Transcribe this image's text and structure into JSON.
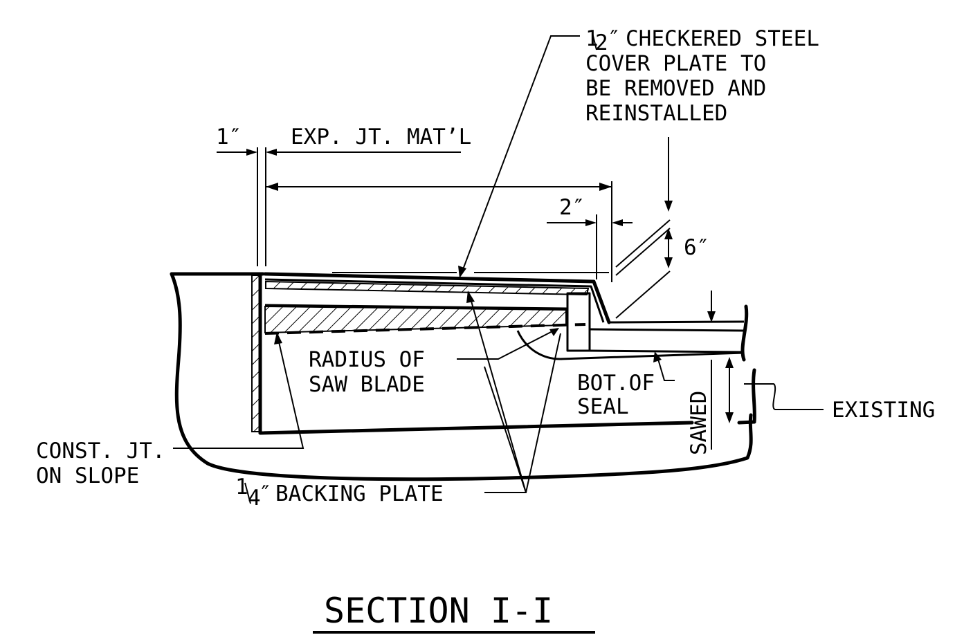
{
  "title": "SECTION I-I",
  "labels": {
    "cover_plate": [
      "CHECKERED STEEL",
      "COVER PLATE TO",
      "BE REMOVED AND",
      "REINSTALLED"
    ],
    "cover_plate_fraction": {
      "num": "1",
      "den": "2",
      "mark": "″"
    },
    "one_inch": "1″",
    "exp_jt": "EXP. JT. MAT’L",
    "two_inch": "2″",
    "six_inch": "6″",
    "radius": [
      "RADIUS OF",
      "SAW BLADE"
    ],
    "bot_seal": [
      "BOT.OF",
      "SEAL"
    ],
    "sawed": "SAWED",
    "existing": "EXISTING",
    "const_jt": [
      "CONST. JT.",
      "ON SLOPE"
    ],
    "backing": "BACKING PLATE",
    "backing_fraction": {
      "num": "1",
      "den": "4",
      "mark": "″"
    }
  }
}
